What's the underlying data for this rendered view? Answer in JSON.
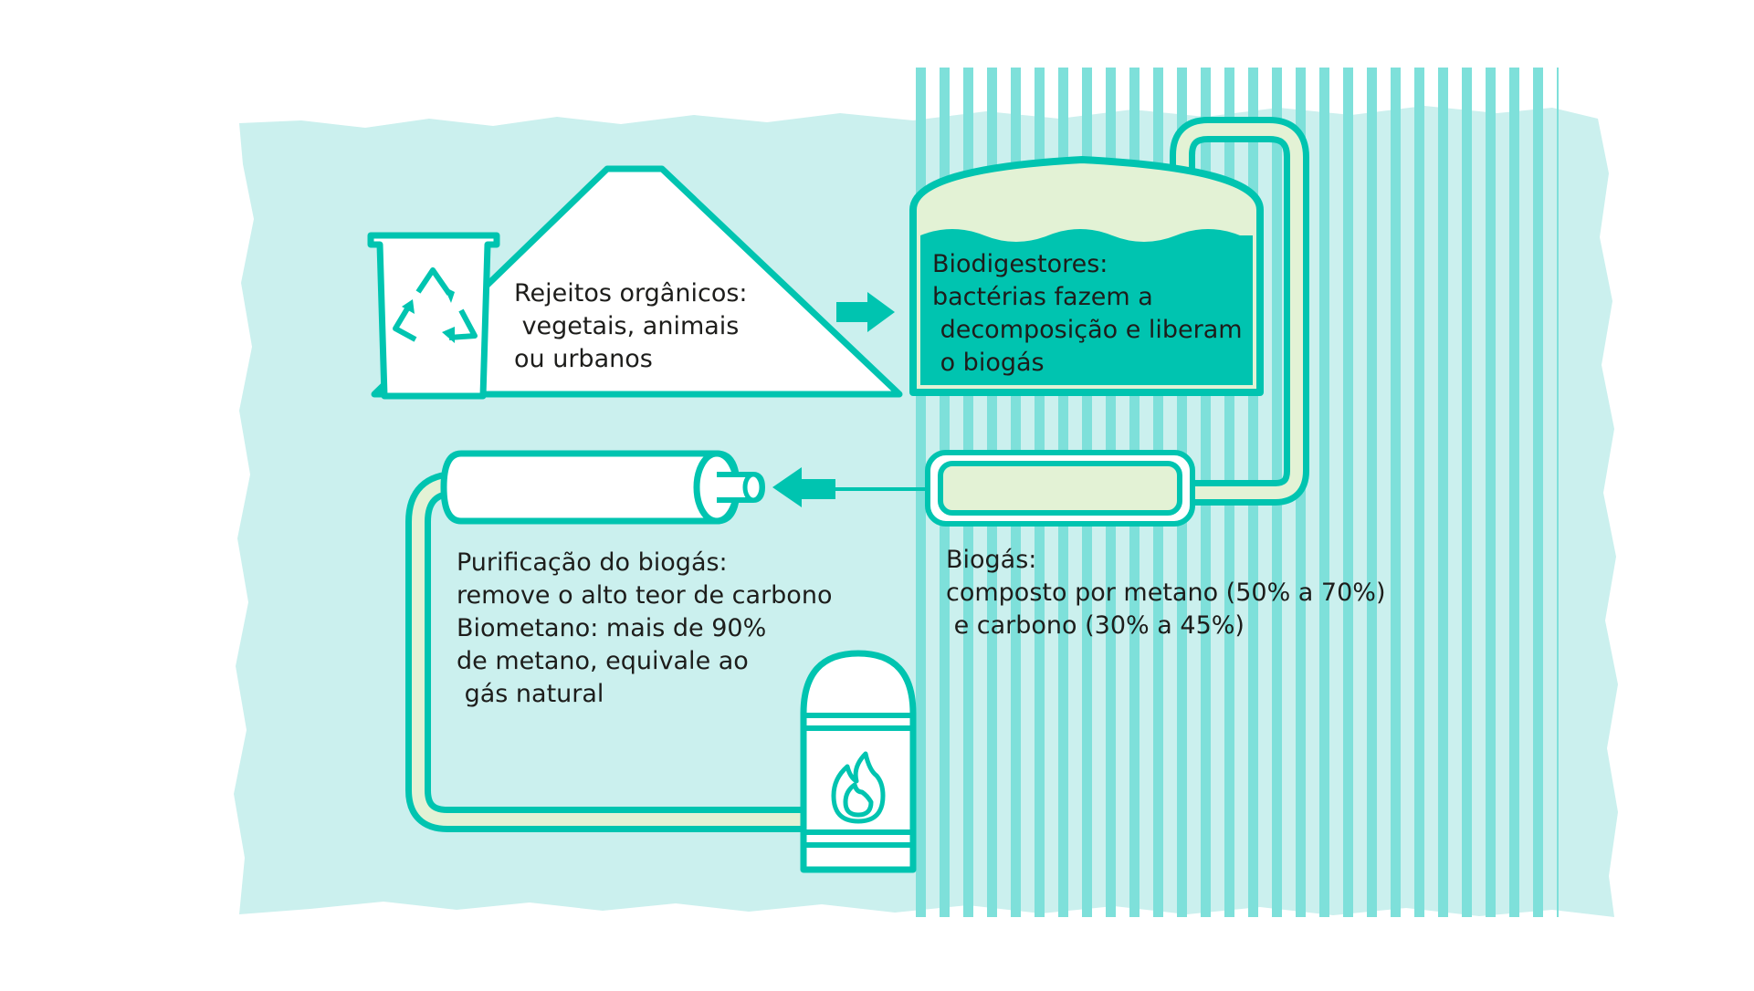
{
  "colors": {
    "background_blob": "#cbf0ee",
    "stripe": "#7ee0da",
    "teal": "#00c4b0",
    "cream": "#e3f2d5",
    "text": "#1d1d1b"
  },
  "icons": [
    "trash-bin-icon",
    "recycle-icon",
    "arrow-right-icon",
    "arrow-left-icon",
    "flame-icon"
  ],
  "labels": {
    "waste": [
      "Rejeitos orgânicos:",
      " vegetais, animais",
      "ou urbanos"
    ],
    "digester": [
      "Biodigestores:",
      "bactérias fazem a",
      " decomposição e liberam",
      " o biogás"
    ],
    "biogas": [
      "Biogás:",
      "composto por metano (50% a 70%)",
      " e carbono (30% a 45%)"
    ],
    "purification": [
      "Purificação do biogás:",
      "remove o alto teor de carbono",
      "Biometano: mais de 90%",
      "de metano, equivale ao",
      " gás natural"
    ]
  }
}
